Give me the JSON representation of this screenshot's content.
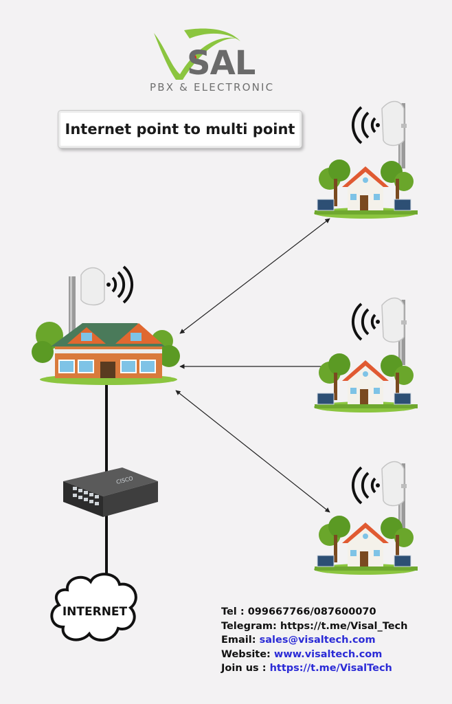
{
  "brand": {
    "name": "ViSAL",
    "subtitle": "PBX & ELECTRONIC",
    "colors": {
      "green": "#8bc53f",
      "red": "#e02020",
      "gray": "#6a6a6a"
    }
  },
  "title": "Internet point to multi point",
  "internet_label": "INTERNET",
  "switch_brand": "CISCO",
  "contact": {
    "tel_label": "Tel :",
    "tel_value": "099667766/087600070",
    "telegram_label": "Telegram:",
    "telegram_value": "https://t.me/Visal_Tech",
    "email_label": "Email:",
    "email_value": "sales@visaltech.com",
    "website_label": "Website:",
    "website_value": "www.visaltech.com",
    "join_label": "Join us :",
    "join_value": "https://t.me/VisalTech"
  }
}
